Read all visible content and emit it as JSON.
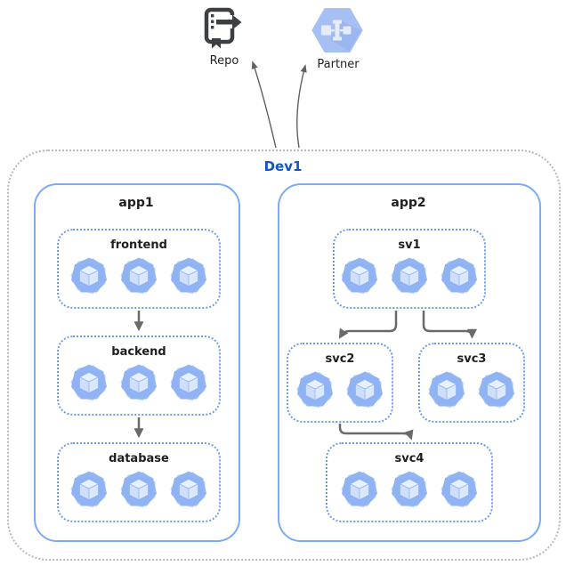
{
  "external_nodes": [
    {
      "label": "Repo",
      "icon": "source-repository-icon"
    },
    {
      "label": "Partner",
      "icon": "partner-interconnect-hexagon-icon"
    }
  ],
  "environment": {
    "label": "Dev1",
    "apps": [
      {
        "label": "app1",
        "groups": [
          {
            "label": "frontend",
            "pod_count": 3
          },
          {
            "label": "backend",
            "pod_count": 3
          },
          {
            "label": "database",
            "pod_count": 3
          }
        ]
      },
      {
        "label": "app2",
        "groups": [
          {
            "label": "sv1",
            "pod_count": 3
          },
          {
            "label": "svc2",
            "pod_count": 2
          },
          {
            "label": "svc3",
            "pod_count": 2
          },
          {
            "label": "svc4",
            "pod_count": 3
          }
        ]
      }
    ]
  },
  "connections": [
    {
      "from": "frontend",
      "to": "backend"
    },
    {
      "from": "backend",
      "to": "database"
    },
    {
      "from": "sv1",
      "to": "svc2"
    },
    {
      "from": "sv1",
      "to": "svc3"
    },
    {
      "from": "svc2",
      "to": "svc4"
    },
    {
      "from": "Dev1",
      "to": "Repo"
    },
    {
      "from": "Dev1",
      "to": "Partner"
    }
  ],
  "colors": {
    "env_border": "#b9b9b9",
    "env_label": "#1155cc",
    "app_border": "#7baaf7",
    "group_border": "#6d9bf1",
    "node_label": "#1f1f1f",
    "arrow": "#6a6a6a",
    "pod_blue": "#8fb3f3",
    "pod_blue_light": "#bcd3f8",
    "pod_face_light": "#dde9fc",
    "repo_icon_gray": "#3c4043",
    "partner_hex_blue": "#a6c0f4"
  }
}
